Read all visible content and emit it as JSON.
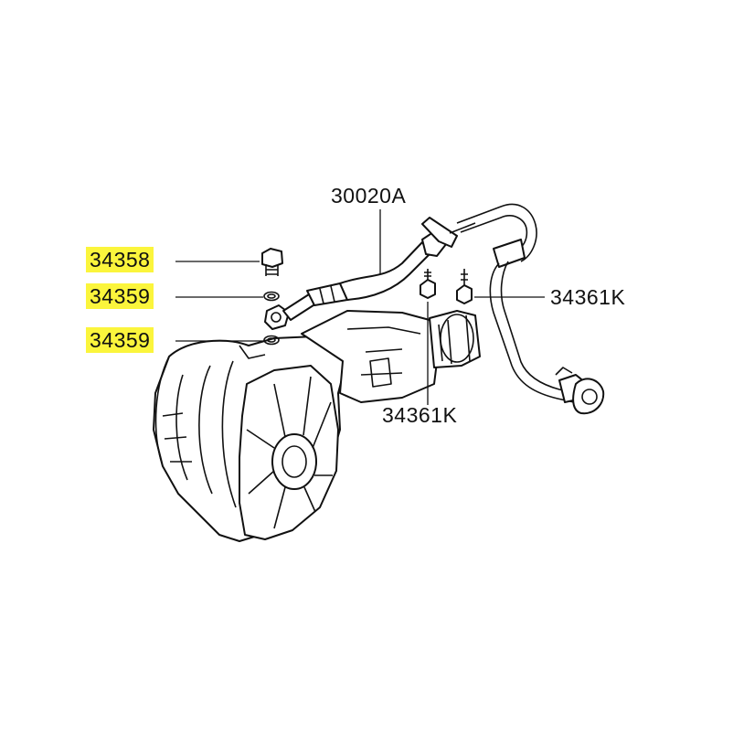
{
  "labels": {
    "hose": "30020A",
    "bolt": "34358",
    "gasket_upper": "34359",
    "gasket_lower": "34359",
    "bolt_right": "34361K",
    "bolt_center": "34361K"
  },
  "highlight_color": "#fbf53c"
}
